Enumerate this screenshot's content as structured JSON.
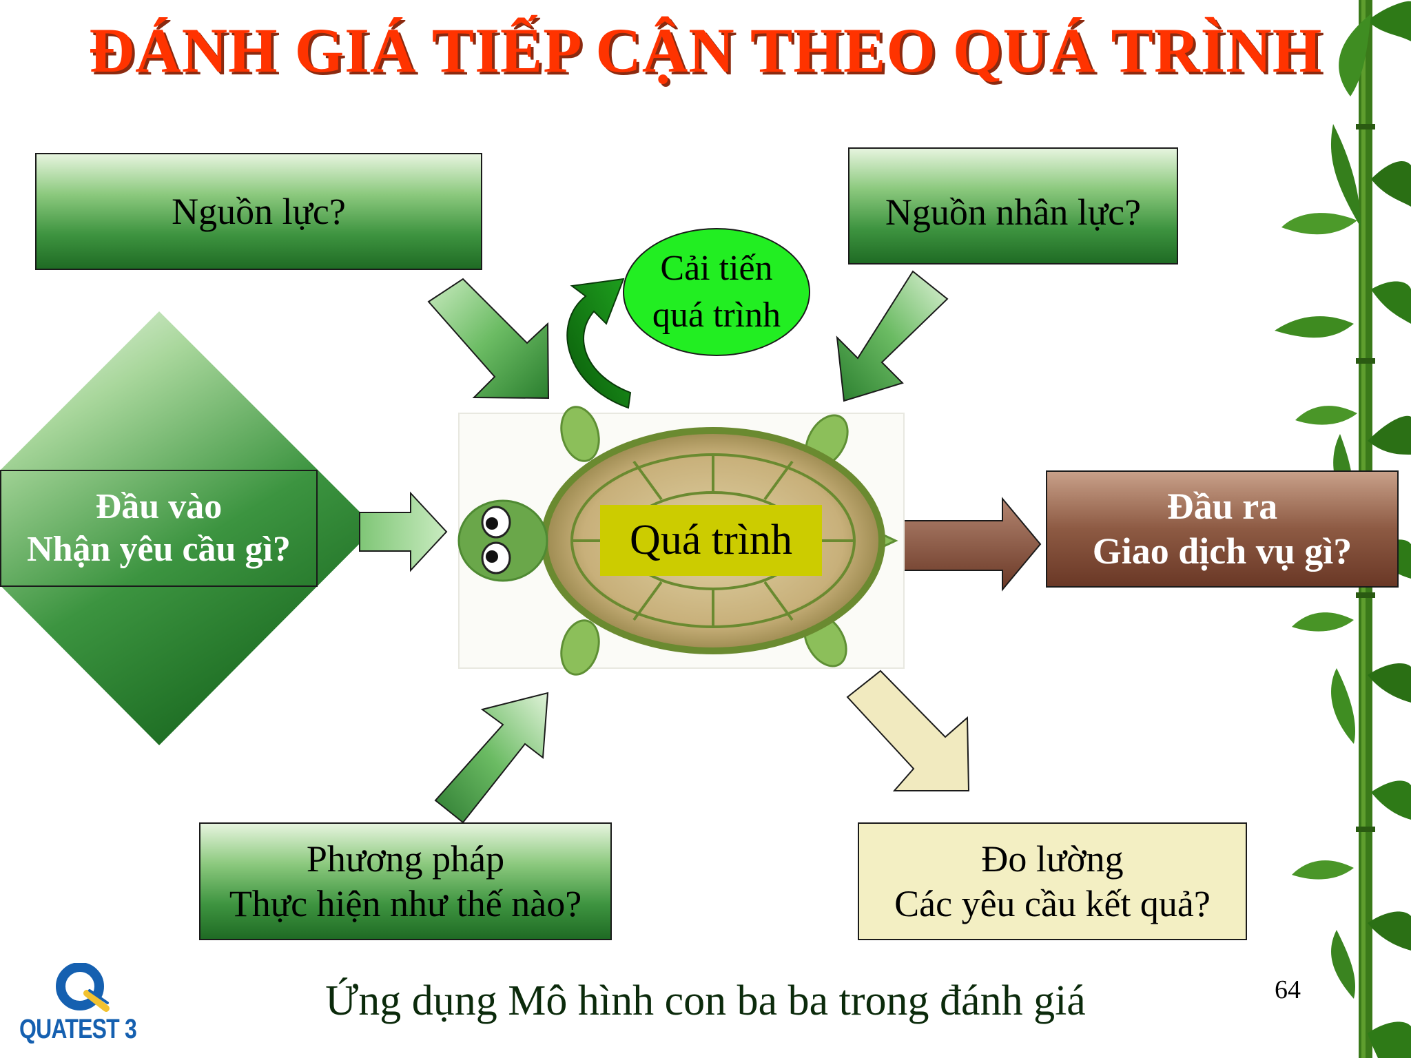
{
  "title": "ĐÁNH GIÁ TIẾP CẬN THEO QUÁ TRÌNH",
  "boxes": {
    "resources": "Nguồn lực?",
    "human_resources": "Nguồn nhân lực?",
    "input_line1": "Đầu vào",
    "input_line2": "Nhận yêu cầu gì?",
    "output_line1": "Đầu ra",
    "output_line2": "Giao dịch vụ gì?",
    "method_line1": "Phương pháp",
    "method_line2": "Thực hiện như thế nào?",
    "measure_line1": "Đo lường",
    "measure_line2": "Các yêu cầu kết quả?"
  },
  "improvement": {
    "line1": "Cải tiến",
    "line2": "quá trình"
  },
  "process_label": "Quá trình",
  "caption": "Ứng dụng Mô hình con ba ba trong đánh giá",
  "page_number": "64",
  "logo": {
    "text": "QUATEST 3",
    "icon": "quatest-logo-icon"
  },
  "colors": {
    "title": "#ff3300",
    "green_box": "#3e9440",
    "output_box": "#8d5a43",
    "measure_box": "#f3efc3",
    "improvement_ellipse": "#22ee22",
    "process_label_bg": "#cccc00"
  },
  "icons": [
    "turtle-image",
    "bamboo-decoration",
    "curved-arrow-icon",
    "arrow-icon"
  ]
}
